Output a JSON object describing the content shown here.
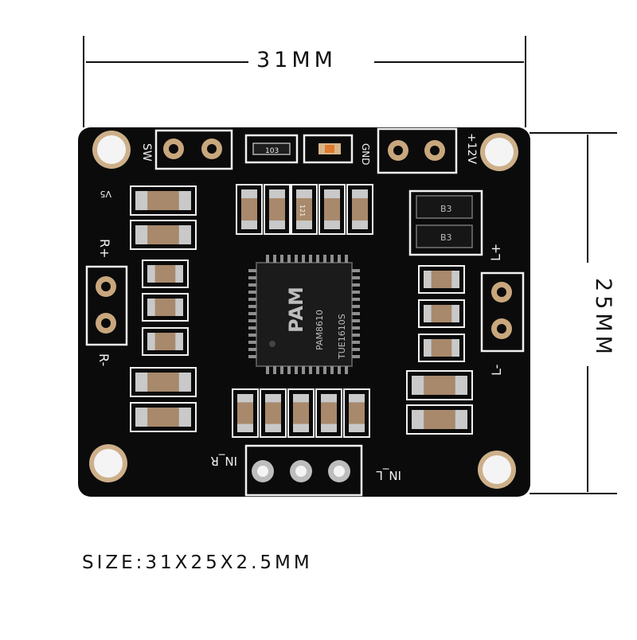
{
  "dimensions": {
    "width_label": "31MM",
    "height_label": "25MM",
    "size_caption": "SIZE:31X25X2.5MM"
  },
  "board": {
    "silkscreen": {
      "sw": "SW",
      "gnd": "GND",
      "plus12v": "+12V",
      "v5": "V5",
      "r_plus": "R+",
      "r_minus": "R-",
      "l_plus": "L+",
      "l_minus": "L-",
      "in_r": "IN_R",
      "in_l": "IN_L",
      "r103": "103",
      "r121": "121",
      "diode_top": "B3",
      "diode_bottom": "B3"
    },
    "chip": {
      "logo": "PAM",
      "part": "PAM8610",
      "code": "TUE1610S"
    }
  },
  "colors": {
    "board": "#0b0b0b",
    "silk": "#f2f2f2",
    "pad": "#c9c9c9",
    "component": "#a8896b"
  }
}
